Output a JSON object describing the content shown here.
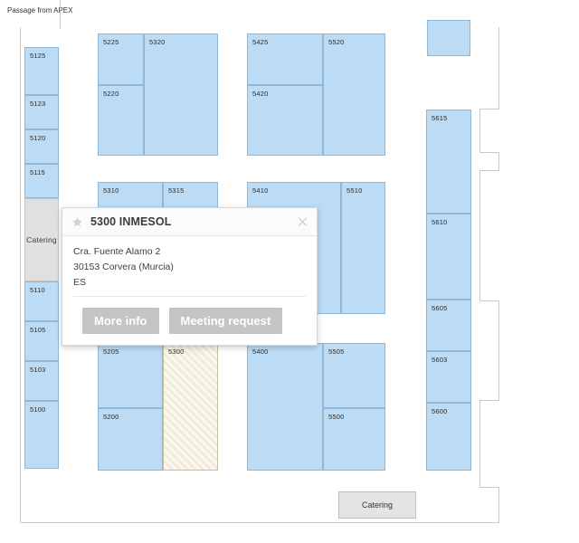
{
  "map": {
    "passage_label": "Passage from APEX",
    "catering_bottom_label": "Catering",
    "catering_left_label": "Catering"
  },
  "booths": {
    "left_col": [
      {
        "id": "5125"
      },
      {
        "id": "5123"
      },
      {
        "id": "5120"
      },
      {
        "id": "5115"
      },
      {
        "id": "5110"
      },
      {
        "id": "5105"
      },
      {
        "id": "5103"
      },
      {
        "id": "5100"
      }
    ],
    "block_a": [
      {
        "id": "5225"
      },
      {
        "id": "5220"
      },
      {
        "id": "5320"
      }
    ],
    "block_b": [
      {
        "id": "5425"
      },
      {
        "id": "5420"
      },
      {
        "id": "5520"
      }
    ],
    "mid_row": [
      {
        "id": "5310"
      },
      {
        "id": "5315"
      },
      {
        "id": "5410"
      },
      {
        "id": "5510"
      }
    ],
    "bottom_row": [
      {
        "id": "5205"
      },
      {
        "id": "5200"
      },
      {
        "id": "5300"
      },
      {
        "id": "5400"
      },
      {
        "id": "5505"
      },
      {
        "id": "5500"
      }
    ],
    "right_col": [
      {
        "id": "5615"
      },
      {
        "id": "5610"
      },
      {
        "id": "5605"
      },
      {
        "id": "5603"
      },
      {
        "id": "5600"
      }
    ]
  },
  "popup": {
    "title": "5300 INMESOL",
    "address_line1": "Cra. Fuente Alamo 2",
    "address_line2": "30153 Corvera (Murcia)",
    "address_line3": "ES",
    "more_info_label": "More info",
    "meeting_request_label": "Meeting request"
  },
  "colors": {
    "booth_fill": "#bcdcf5",
    "booth_border": "#8fb8d8",
    "selected_fill": "#f6f2e2",
    "service_fill": "#e0e0e0",
    "button_bg": "#c4c4c4"
  }
}
